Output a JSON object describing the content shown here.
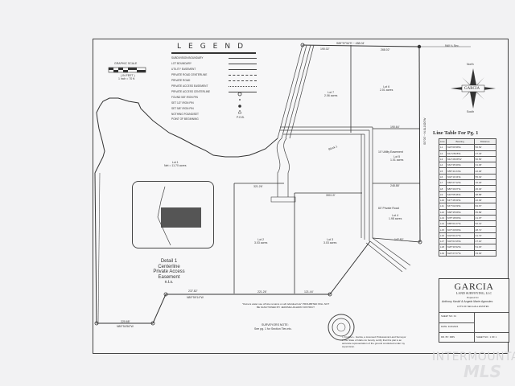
{
  "legend": {
    "title": "LEGEND",
    "items": [
      {
        "label": "SUBDIVISION BOUNDARY",
        "style": "solid-thick"
      },
      {
        "label": "LOT BOUNDARY",
        "style": "solid"
      },
      {
        "label": "UTILITY EASEMENT",
        "style": "solid-thin"
      },
      {
        "label": "PRIVATE ROAD CENTERLINE",
        "style": "dash-long"
      },
      {
        "label": "PRIVATE ROAD",
        "style": "dash"
      },
      {
        "label": "PRIVATE ACCESS EASEMENT",
        "style": "dash-dot"
      },
      {
        "label": "PRIVATE ACCESS CENTERLINE",
        "style": "solid-thin"
      },
      {
        "label": "FOUND 5/8\" IRON PIN",
        "style": "circle-open"
      },
      {
        "label": "SET 1/2\" IRON PIN",
        "style": "dot-small"
      },
      {
        "label": "SET 5/8\" IRON PIN",
        "style": "dot-large"
      },
      {
        "label": "NOTHING FOUND/SET",
        "style": "triangle"
      },
      {
        "label": "POINT OF BEGINNING",
        "style": "pob"
      }
    ],
    "pob_symbol": "P.O.B."
  },
  "graphic_scale": {
    "title": "GRAPHIC SCALE",
    "note1": "( IN FEET )",
    "note2": "1 inch = 70 ft."
  },
  "compass": {
    "north": "North",
    "south": "South",
    "center_text": "GARCIA"
  },
  "line_table": {
    "title": "Line Table For Pg. 1",
    "headers": [
      "Line",
      "Bearing",
      "Distance"
    ],
    "rows": [
      [
        "L1",
        "N24°09'38\"E",
        "56.52'"
      ],
      [
        "L2",
        "N11°28'28\"E",
        "27.43'"
      ],
      [
        "L3",
        "N12°28'28\"W",
        "50.56'"
      ],
      [
        "L4",
        "N61°35'49\"E",
        "31.36'"
      ],
      [
        "L5",
        "N55°41'24\"E",
        "22.46'"
      ],
      [
        "L6",
        "N44°11'34\"E",
        "55.19'"
      ],
      [
        "L7",
        "N84°27'12\"E",
        "16.23'"
      ],
      [
        "L8",
        "S86°33'27\"E",
        "26.32'"
      ],
      [
        "L9",
        "S46°55'46\"E",
        "38.58'"
      ],
      [
        "L10",
        "S37°46'33\"E",
        "42.03'"
      ],
      [
        "L11",
        "S67°02'29\"E",
        "84.67'"
      ],
      [
        "L12",
        "N68°35'08\"E",
        "65.89'"
      ],
      [
        "L13",
        "N78°18'09\"E",
        "41.07'"
      ],
      [
        "L14",
        "N85°01'27\"E",
        "52.41'"
      ],
      [
        "L15",
        "N47°20'09\"E",
        "28.71'"
      ],
      [
        "L16",
        "N44°01'27\"E",
        "41.74'"
      ],
      [
        "L17",
        "N34°04'16\"E",
        "47.10'"
      ],
      [
        "L18",
        "N26°30'32\"E",
        "51.15'"
      ],
      [
        "L19",
        "N24°27'27\"E",
        "33.02'"
      ]
    ]
  },
  "lots": [
    {
      "name": "Lot 1",
      "area": "Net = 11.70 acres"
    },
    {
      "name": "Lot 2",
      "area": "3.03 acres"
    },
    {
      "name": "Lot 3",
      "area": "3.03 acres"
    },
    {
      "name": "Lot 4",
      "area": "1.98 acres"
    },
    {
      "name": "Lot 5",
      "area": "1.01 acres"
    },
    {
      "name": "Lot 6",
      "area": "2.01 acres"
    },
    {
      "name": "Lot 7",
      "area": "2.06 acres"
    },
    {
      "name": "Block",
      "area": "Block 1"
    }
  ],
  "dimensions": {
    "top_boundary": "S89°57'54\"E ~ 458.04'",
    "top_seg1": "190.02'",
    "top_seg2": "268.02'",
    "top_right_tie": "NW ¼ Sec.",
    "right_side": "S0°00' ~ N.0L1620'W",
    "bottom_seg1": "237.82'",
    "bottom_seg2": "221.26'",
    "bottom_seg3": "121.44'",
    "bottom_bearing": "N89°59'14\"W",
    "left_bottom": "220.68'",
    "left_bottom_bearing": "N89°54'56\"W",
    "lot5_top": "190.64'",
    "lot5_bottom": "248.88'",
    "lot4_bottom": "147.82'",
    "lot3_top": "390.19'",
    "lot2_top": "321.26'",
    "diag": "303.33'",
    "utility_note": "10' Utility Easement",
    "road_note": "60' Private Road"
  },
  "detail": {
    "caption_lines": [
      "Detail 1",
      "Centerline",
      "Private Access",
      "Easement",
      "n.t.s."
    ]
  },
  "notes": {
    "water_note": "\"Owners water use off site remains on all individual lots\" PROHIBITED WILL NOT BE SANCTIONED BY JEROME HIGHWAY DISTRICT",
    "surveyors_note_title": "SURVEYORS NOTE:",
    "surveyors_note_body": "See pg. 1 for Section Ties etc.",
    "certification": "I, Freddie L. Garcia, a Licensed Professional Land Surveyor in the State of Idaho do hereby certify that this plat is an accurate representation of the ground conducted under my supervision."
  },
  "title_block": {
    "company": "GARCIA",
    "subtitle": "LAND SURVEYING, LLC",
    "prepared_for_label": "Prepared For",
    "client": "Anthony Kaskil & Angela Marie Agnostes",
    "description": "LOTS OF SEC-HALL ESTATES",
    "job_label": "SHEET NO. 01",
    "date_label": "DATE: 3/24/2024",
    "drawn_label": "DR. BY: RMS",
    "sheet_label": "SHEET NO.: 1 OF 1"
  },
  "watermark": {
    "line1": "INTERMOUNTAIN",
    "line2": "MLS"
  }
}
